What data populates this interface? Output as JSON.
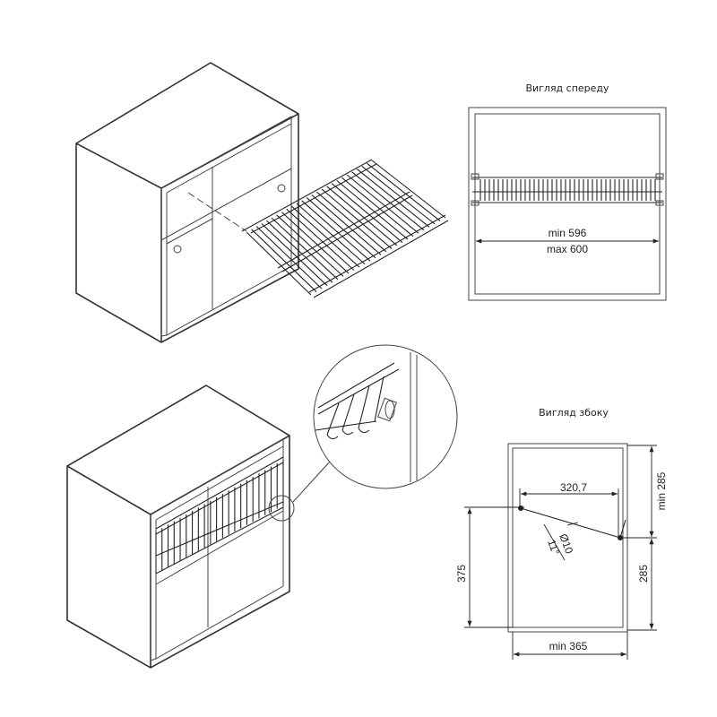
{
  "front_view": {
    "title": "Вигляд спереду",
    "dim_min": "min 596",
    "dim_max": "max 600"
  },
  "side_view": {
    "title": "Вигляд збоку",
    "dim_width": "320,7",
    "dim_top": "min 285",
    "dim_bottom": "285",
    "dim_height": "375",
    "dim_depth": "min 365",
    "dim_diameter": "Ø10",
    "dim_angle": "11°"
  }
}
